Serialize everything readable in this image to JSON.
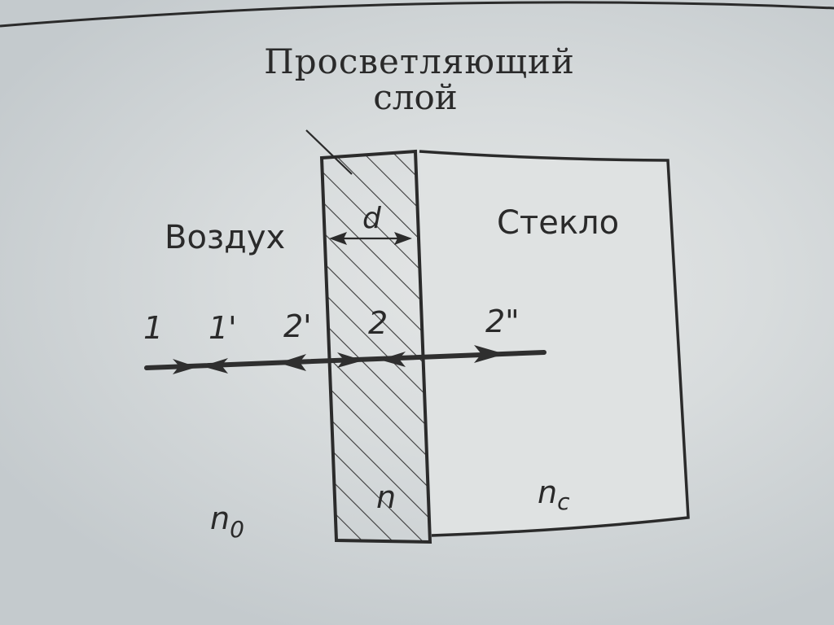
{
  "labels": {
    "coating_title_line1": "Просветляющий",
    "coating_title_line2": "слой",
    "air": "Воздух",
    "glass": "Стекло",
    "thickness": "d"
  },
  "rays": {
    "incident": "1",
    "reflected_1": "1'",
    "reflected_2": "2'",
    "in_layer": "2",
    "transmitted": "2\""
  },
  "indices": {
    "air_symbol": "n",
    "air_subscript": "0",
    "layer": "n",
    "glass_symbol": "n",
    "glass_subscript": "c"
  }
}
